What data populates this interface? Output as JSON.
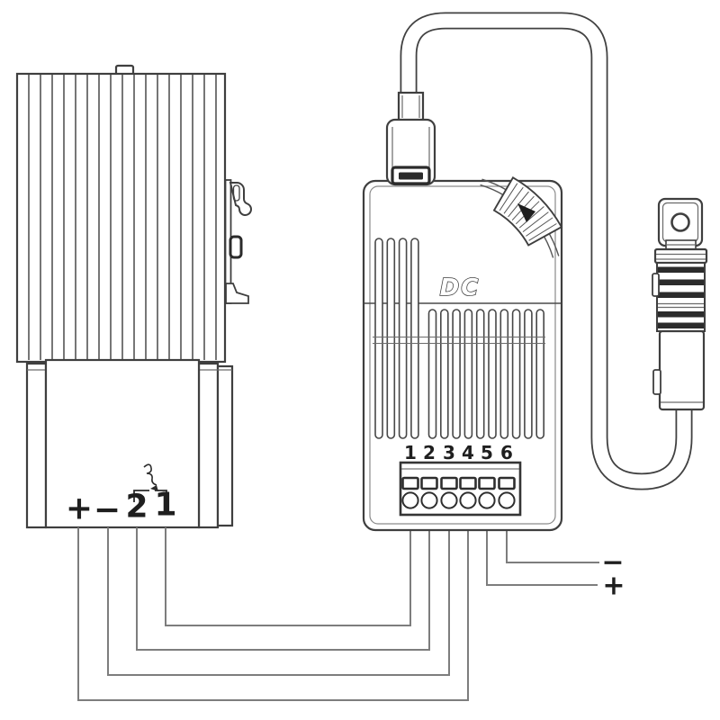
{
  "diagram": {
    "heater": {
      "name": "finned semiconductor heater",
      "terminal_labels": [
        "+",
        "−",
        "2",
        "1"
      ]
    },
    "thermostat": {
      "name": "DC thermostat controller",
      "brand_label": "DC",
      "terminal_labels": [
        "1",
        "2",
        "3",
        "4",
        "5",
        "6"
      ]
    },
    "supply": {
      "negative_label": "−",
      "positive_label": "+"
    },
    "sensor": {
      "name": "remote sensor probe with mounting eyelet"
    },
    "icons": {
      "din_clip": "din-rail-clip-icon",
      "dial": "adjustment-dial-icon",
      "thermal_switch": "thermal-contact-icon",
      "eyelet": "mounting-eyelet-icon"
    },
    "connections": [
      {
        "from": "thermostat-terminal-1",
        "to": "heater-terminal-1"
      },
      {
        "from": "thermostat-terminal-2",
        "to": "heater-terminal-2"
      },
      {
        "from": "thermostat-terminal-3",
        "to": "heater-terminal-minus"
      },
      {
        "from": "thermostat-terminal-4",
        "to": "heater-terminal-plus"
      },
      {
        "from": "thermostat-terminal-5",
        "to": "supply-plus"
      },
      {
        "from": "thermostat-terminal-6",
        "to": "supply-minus"
      }
    ],
    "colors": {
      "line": "#3f3f3f",
      "wire": "#7d7d7d",
      "dark_fill": "#2b2b2b",
      "background": "#ffffff"
    }
  }
}
